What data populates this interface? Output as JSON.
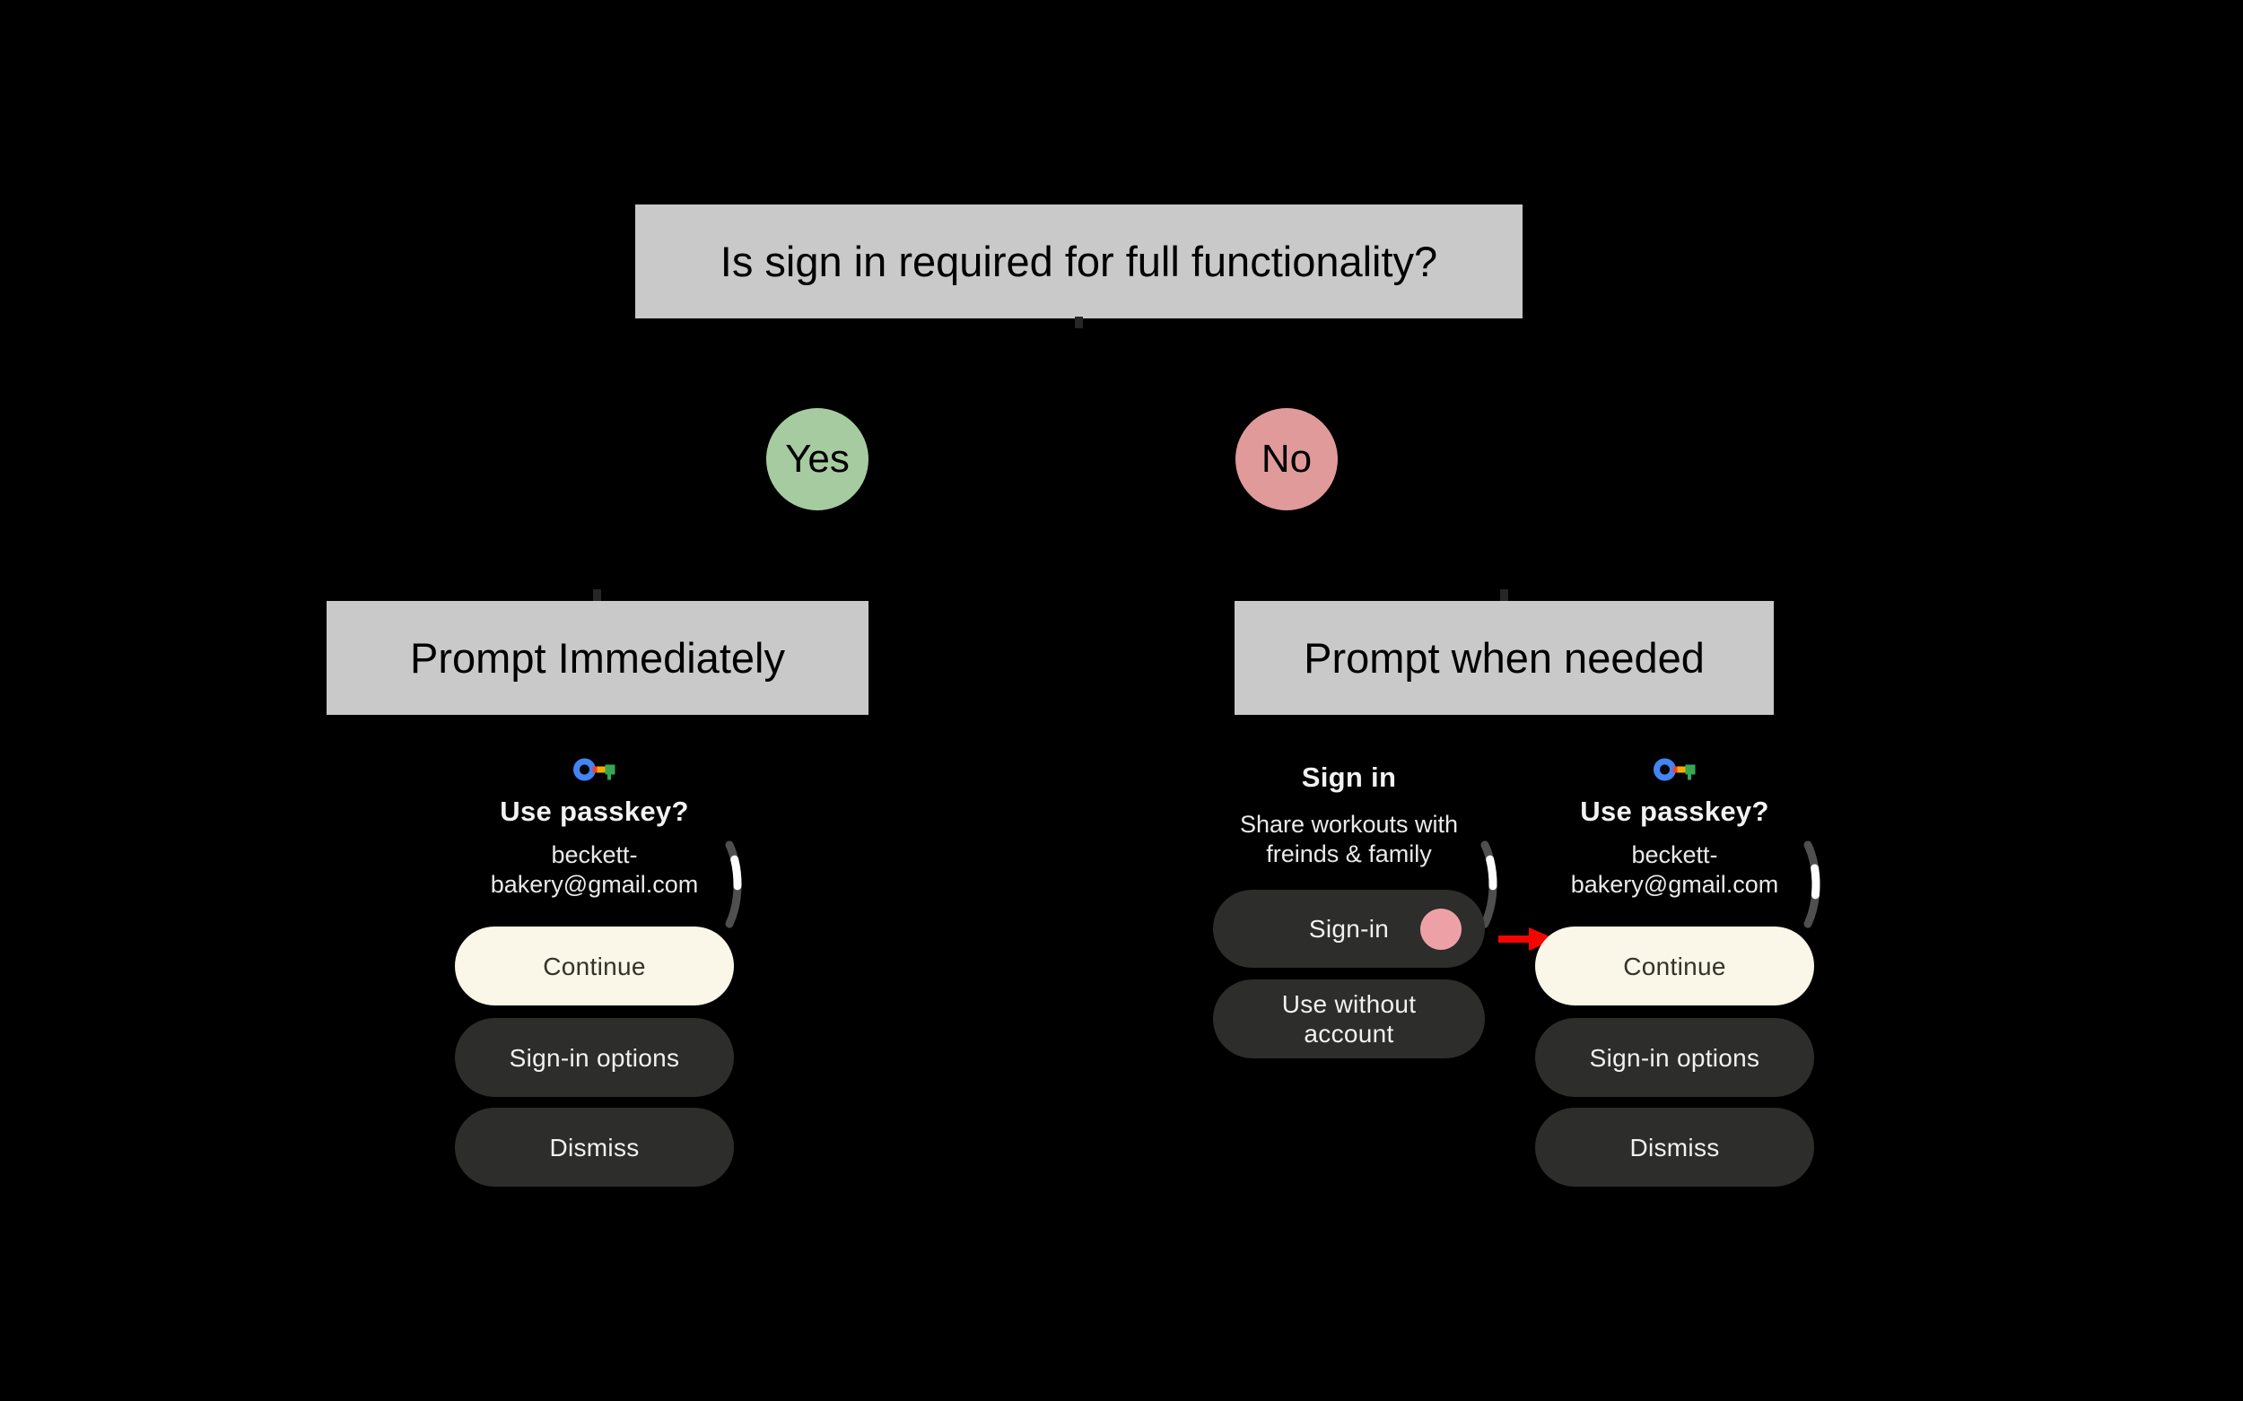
{
  "flow": {
    "question": "Is sign in required for full functionality?",
    "yes": {
      "label": "Yes",
      "outcome": "Prompt Immediately"
    },
    "no": {
      "label": "No",
      "outcome": "Prompt when needed"
    }
  },
  "passkey_screen": {
    "icon": "google-passkey-key-icon",
    "title": "Use passkey?",
    "account_email": "beckett-bakery@gmail.com",
    "account_line1": "beckett-",
    "account_line2": "bakery@gmail.com",
    "buttons": {
      "continue": "Continue",
      "signin_options": "Sign-in options",
      "dismiss": "Dismiss"
    }
  },
  "signin_screen": {
    "title": "Sign in",
    "subtitle_line1": "Share workouts with",
    "subtitle_line2": "freinds & family",
    "buttons": {
      "signin": "Sign-in",
      "use_without_line1": "Use without",
      "use_without_line2": "account"
    }
  },
  "annotations": {
    "tap_indicator": "pink-tap-dot-on-sign-in-button",
    "arrow": "red-arrow-pointing-to-continue-button"
  },
  "colors": {
    "background": "#000000",
    "box_gray": "#c9c9c9",
    "yes_green": "#a6cba0",
    "no_red": "#e09a9a",
    "continue_cream": "#faf6e8",
    "pill_dark": "#2d2d2b",
    "tap_pink": "#eda1a6",
    "arrow_red": "#f50400",
    "passkey_blue": "#4285f4",
    "passkey_red": "#ea4335",
    "passkey_yellow": "#f9ab00",
    "passkey_green": "#34a853"
  }
}
